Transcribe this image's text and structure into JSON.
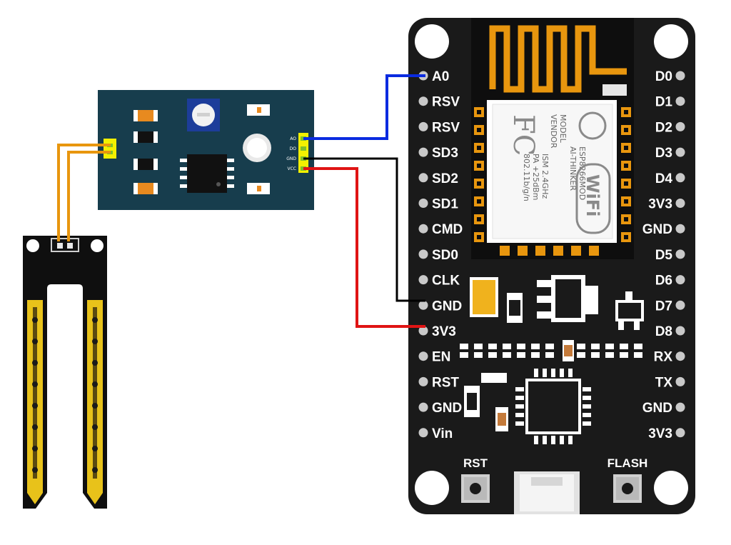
{
  "module": {
    "pin_labels": [
      "AO",
      "DO",
      "GND",
      "VCC"
    ]
  },
  "esp_chip": {
    "logo_fc": "FC",
    "logo_wifi": "WiFi",
    "col1": [
      "MODEL",
      "VENDOR"
    ],
    "col2": [
      "ESP8266MOD",
      "AI-THINKER"
    ],
    "col3": [
      "ISM 2.4GHz",
      "PA +25dBm",
      "802.11b/g/n"
    ]
  },
  "board": {
    "left_pins": [
      "A0",
      "RSV",
      "RSV",
      "SD3",
      "SD2",
      "SD1",
      "CMD",
      "SD0",
      "CLK",
      "GND",
      "3V3",
      "EN",
      "RST",
      "GND",
      "Vin"
    ],
    "right_pins": [
      "D0",
      "D1",
      "D2",
      "D3",
      "D4",
      "3V3",
      "GND",
      "D5",
      "D6",
      "D7",
      "D8",
      "RX",
      "TX",
      "GND",
      "3V3"
    ],
    "button_rst": "RST",
    "button_flash": "FLASH"
  },
  "wires": {
    "ao_color": "#0a2be0",
    "gnd_color": "#000000",
    "vcc_color": "#e01414",
    "probe_color": "#e8960e"
  },
  "colors": {
    "module_pcb": "#173d4d",
    "board_pcb": "#1a1a1a",
    "header": "#f3f000",
    "probe_trace": "#e8c21a"
  }
}
